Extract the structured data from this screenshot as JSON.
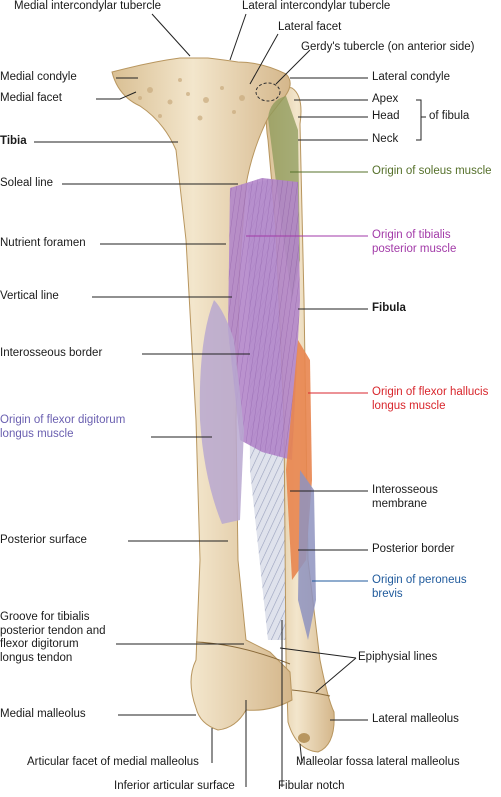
{
  "labels": {
    "medial_intercondylar_tubercle": "Medial intercondylar tubercle",
    "lateral_intercondylar_tubercle": "Lateral intercondylar tubercle",
    "lateral_facet": "Lateral facet",
    "gerdys_tubercle": "Gerdy's tubercle (on anterior side)",
    "medial_condyle": "Medial condyle",
    "lateral_condyle": "Lateral condyle",
    "medial_facet": "Medial facet",
    "apex": "Apex",
    "head": "Head",
    "neck": "Neck",
    "of_fibula": "of fibula",
    "tibia": "Tibia",
    "soleal_line": "Soleal line",
    "origin_soleus": "Origin of soleus muscle",
    "nutrient_foramen": "Nutrient foramen",
    "origin_tibialis_posterior": [
      "Origin of tibialis",
      "posterior muscle"
    ],
    "vertical_line": "Vertical line",
    "fibula": "Fibula",
    "interosseous_border": "Interosseous border",
    "origin_flexor_hallucis": [
      "Origin of flexor hallucis",
      "longus muscle"
    ],
    "origin_flexor_digitorum": [
      "Origin of flexor digitorum",
      "longus muscle"
    ],
    "interosseous_membrane": [
      "Interosseous",
      "membrane"
    ],
    "posterior_surface": "Posterior surface",
    "posterior_border": "Posterior border",
    "origin_peroneus_brevis": [
      "Origin of peroneus",
      "brevis"
    ],
    "groove": [
      "Groove for tibialis",
      "posterior tendon and",
      "flexor digitorum",
      "longus tendon"
    ],
    "epiphysial_lines": "Epiphysial lines",
    "medial_malleolus": "Medial malleolus",
    "lateral_malleolus": "Lateral malleolus",
    "articular_facet_medial_malleolus": "Articular facet of medial malleolus",
    "malleolar_fossa": "Malleolar fossa lateral malleolus",
    "inferior_articular_surface": "Inferior articular surface",
    "fibular_notch": "Fibular notch"
  },
  "colors": {
    "bone": "#ecdcbc",
    "bone_shadow": "#c9ab7e",
    "soleus": "#8c9a5a",
    "tibialis_posterior": "#b07ac8",
    "flexor_hallucis": "#e8854f",
    "flexor_digitorum": "#b8a8d0",
    "peroneus_brevis": "#8e93c0",
    "membrane": "#c9cede"
  }
}
